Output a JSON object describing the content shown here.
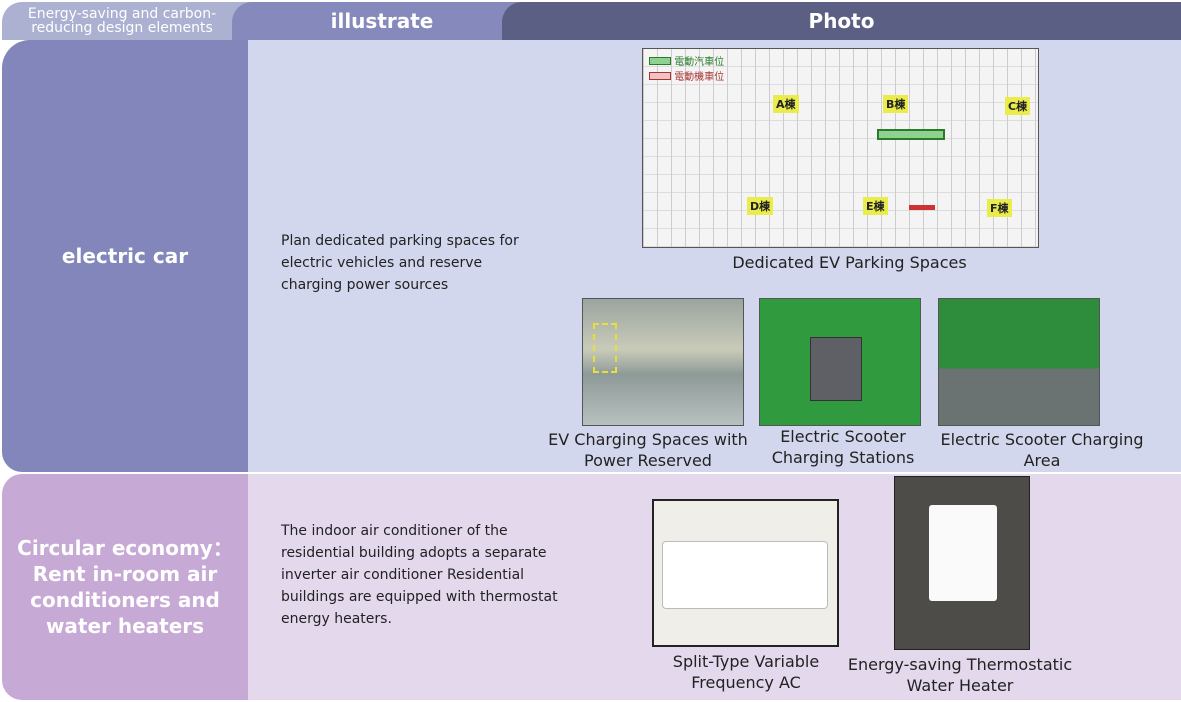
{
  "header": {
    "elements": "Energy-saving and carbon-reducing design elements",
    "illustrate": "illustrate",
    "photo": "Photo"
  },
  "rows": [
    {
      "title": "electric car",
      "description": "Plan dedicated parking spaces for electric vehicles and reserve charging power sources",
      "plan": {
        "legend": [
          "電動汽車位",
          "電動機車位"
        ],
        "tags": [
          "A棟",
          "B棟",
          "C棟",
          "D棟",
          "E棟",
          "F棟"
        ]
      },
      "captions": [
        "Dedicated EV Parking Spaces",
        "EV Charging Spaces with Power Reserved",
        "Electric Scooter Charging Stations",
        "Electric Scooter Charging Area"
      ]
    },
    {
      "title": "Circular economy： Rent in-room air conditioners and water heaters",
      "description": "The indoor air conditioner of the residential building adopts a separate inverter air conditioner Residential buildings are equipped with thermostat energy heaters.",
      "captions": [
        "Split-Type Variable Frequency AC",
        "Energy-saving Thermostatic Water Heater"
      ]
    }
  ]
}
